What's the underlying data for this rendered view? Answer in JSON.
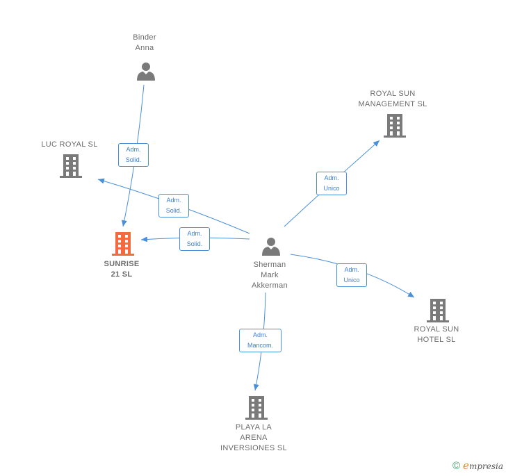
{
  "colors": {
    "edge": "#4a90d9",
    "company_icon": "#7a7a7a",
    "person_icon": "#7a7a7a",
    "focus_icon": "#f26a3d"
  },
  "nodes": {
    "binder": {
      "label": "Binder\nAnna",
      "type": "person"
    },
    "sherman": {
      "label": "Sherman\nMark\nAkkerman",
      "type": "person"
    },
    "luc": {
      "label": "LUC ROYAL  SL",
      "type": "company"
    },
    "sunrise": {
      "label": "SUNRISE\n21  SL",
      "type": "company-focus"
    },
    "management": {
      "label": "ROYAL SUN\nMANAGEMENT SL",
      "type": "company"
    },
    "hotel": {
      "label": "ROYAL SUN\nHOTEL  SL",
      "type": "company"
    },
    "playa": {
      "label": "PLAYA LA\nARENA\nINVERSIONES SL",
      "type": "company"
    }
  },
  "edges": {
    "binder_sunrise": "Adm.\nSolid.",
    "sherman_luc": "Adm.\nSolid.",
    "sherman_sunrise": "Adm.\nSolid.",
    "sherman_management": "Adm.\nUnico",
    "sherman_hotel": "Adm.\nUnico",
    "sherman_playa": "Adm.\nMancom."
  },
  "footer": {
    "symbol": "©",
    "brand_initial": "e",
    "brand_rest": "mpresia"
  }
}
